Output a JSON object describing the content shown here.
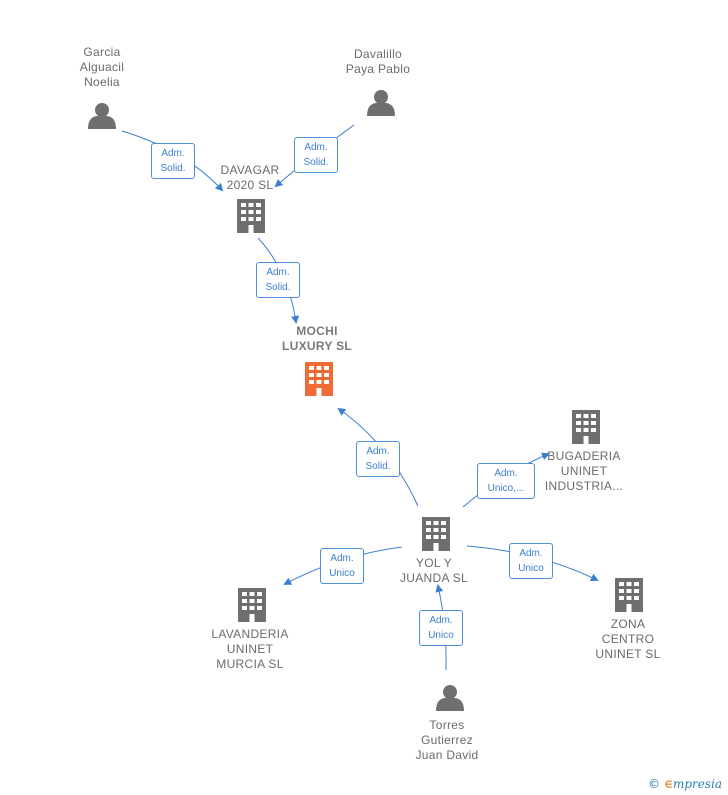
{
  "nodes": {
    "garcia": {
      "label": "Garcia\nAlguacil\nNoelia",
      "type": "person"
    },
    "davalillo": {
      "label": "Davalillo\nPaya Pablo",
      "type": "person"
    },
    "davagar": {
      "label": "DAVAGAR\n2020  SL",
      "type": "company"
    },
    "mochi": {
      "label": "MOCHI\nLUXURY  SL",
      "type": "focus"
    },
    "bugaderia": {
      "label": "BUGADERIA\nUNINET\nINDUSTRIA...",
      "type": "company"
    },
    "yol": {
      "label": "YOL Y\nJUANDA  SL",
      "type": "company"
    },
    "lavanderia": {
      "label": "LAVANDERIA\nUNINET\nMURCIA  SL",
      "type": "company"
    },
    "zona": {
      "label": "ZONA\nCENTRO\nUNINET  SL",
      "type": "company"
    },
    "torres": {
      "label": "Torres\nGutierrez\nJuan David",
      "type": "person"
    }
  },
  "edges": {
    "garcia_davagar": {
      "label": "Adm.\nSolid."
    },
    "davalillo_davagar": {
      "label": "Adm.\nSolid."
    },
    "davagar_mochi": {
      "label": "Adm.\nSolid."
    },
    "yol_mochi": {
      "label": "Adm.\nSolid."
    },
    "yol_bugaderia": {
      "label": "Adm.\nUnico,..."
    },
    "yol_lavanderia": {
      "label": "Adm.\nUnico"
    },
    "yol_zona": {
      "label": "Adm.\nUnico"
    },
    "torres_yol": {
      "label": "Adm.\nUnico"
    }
  },
  "colors": {
    "edge": "#3b7fd0",
    "company_icon": "#6f6f6f",
    "focus_icon": "#f06a35",
    "person_icon": "#6f6f6f"
  },
  "icons": {
    "person": "person-icon",
    "company": "building-icon",
    "focus": "building-icon"
  },
  "brand": {
    "copyright": "©",
    "e": "∈",
    "name": "mpresia"
  }
}
